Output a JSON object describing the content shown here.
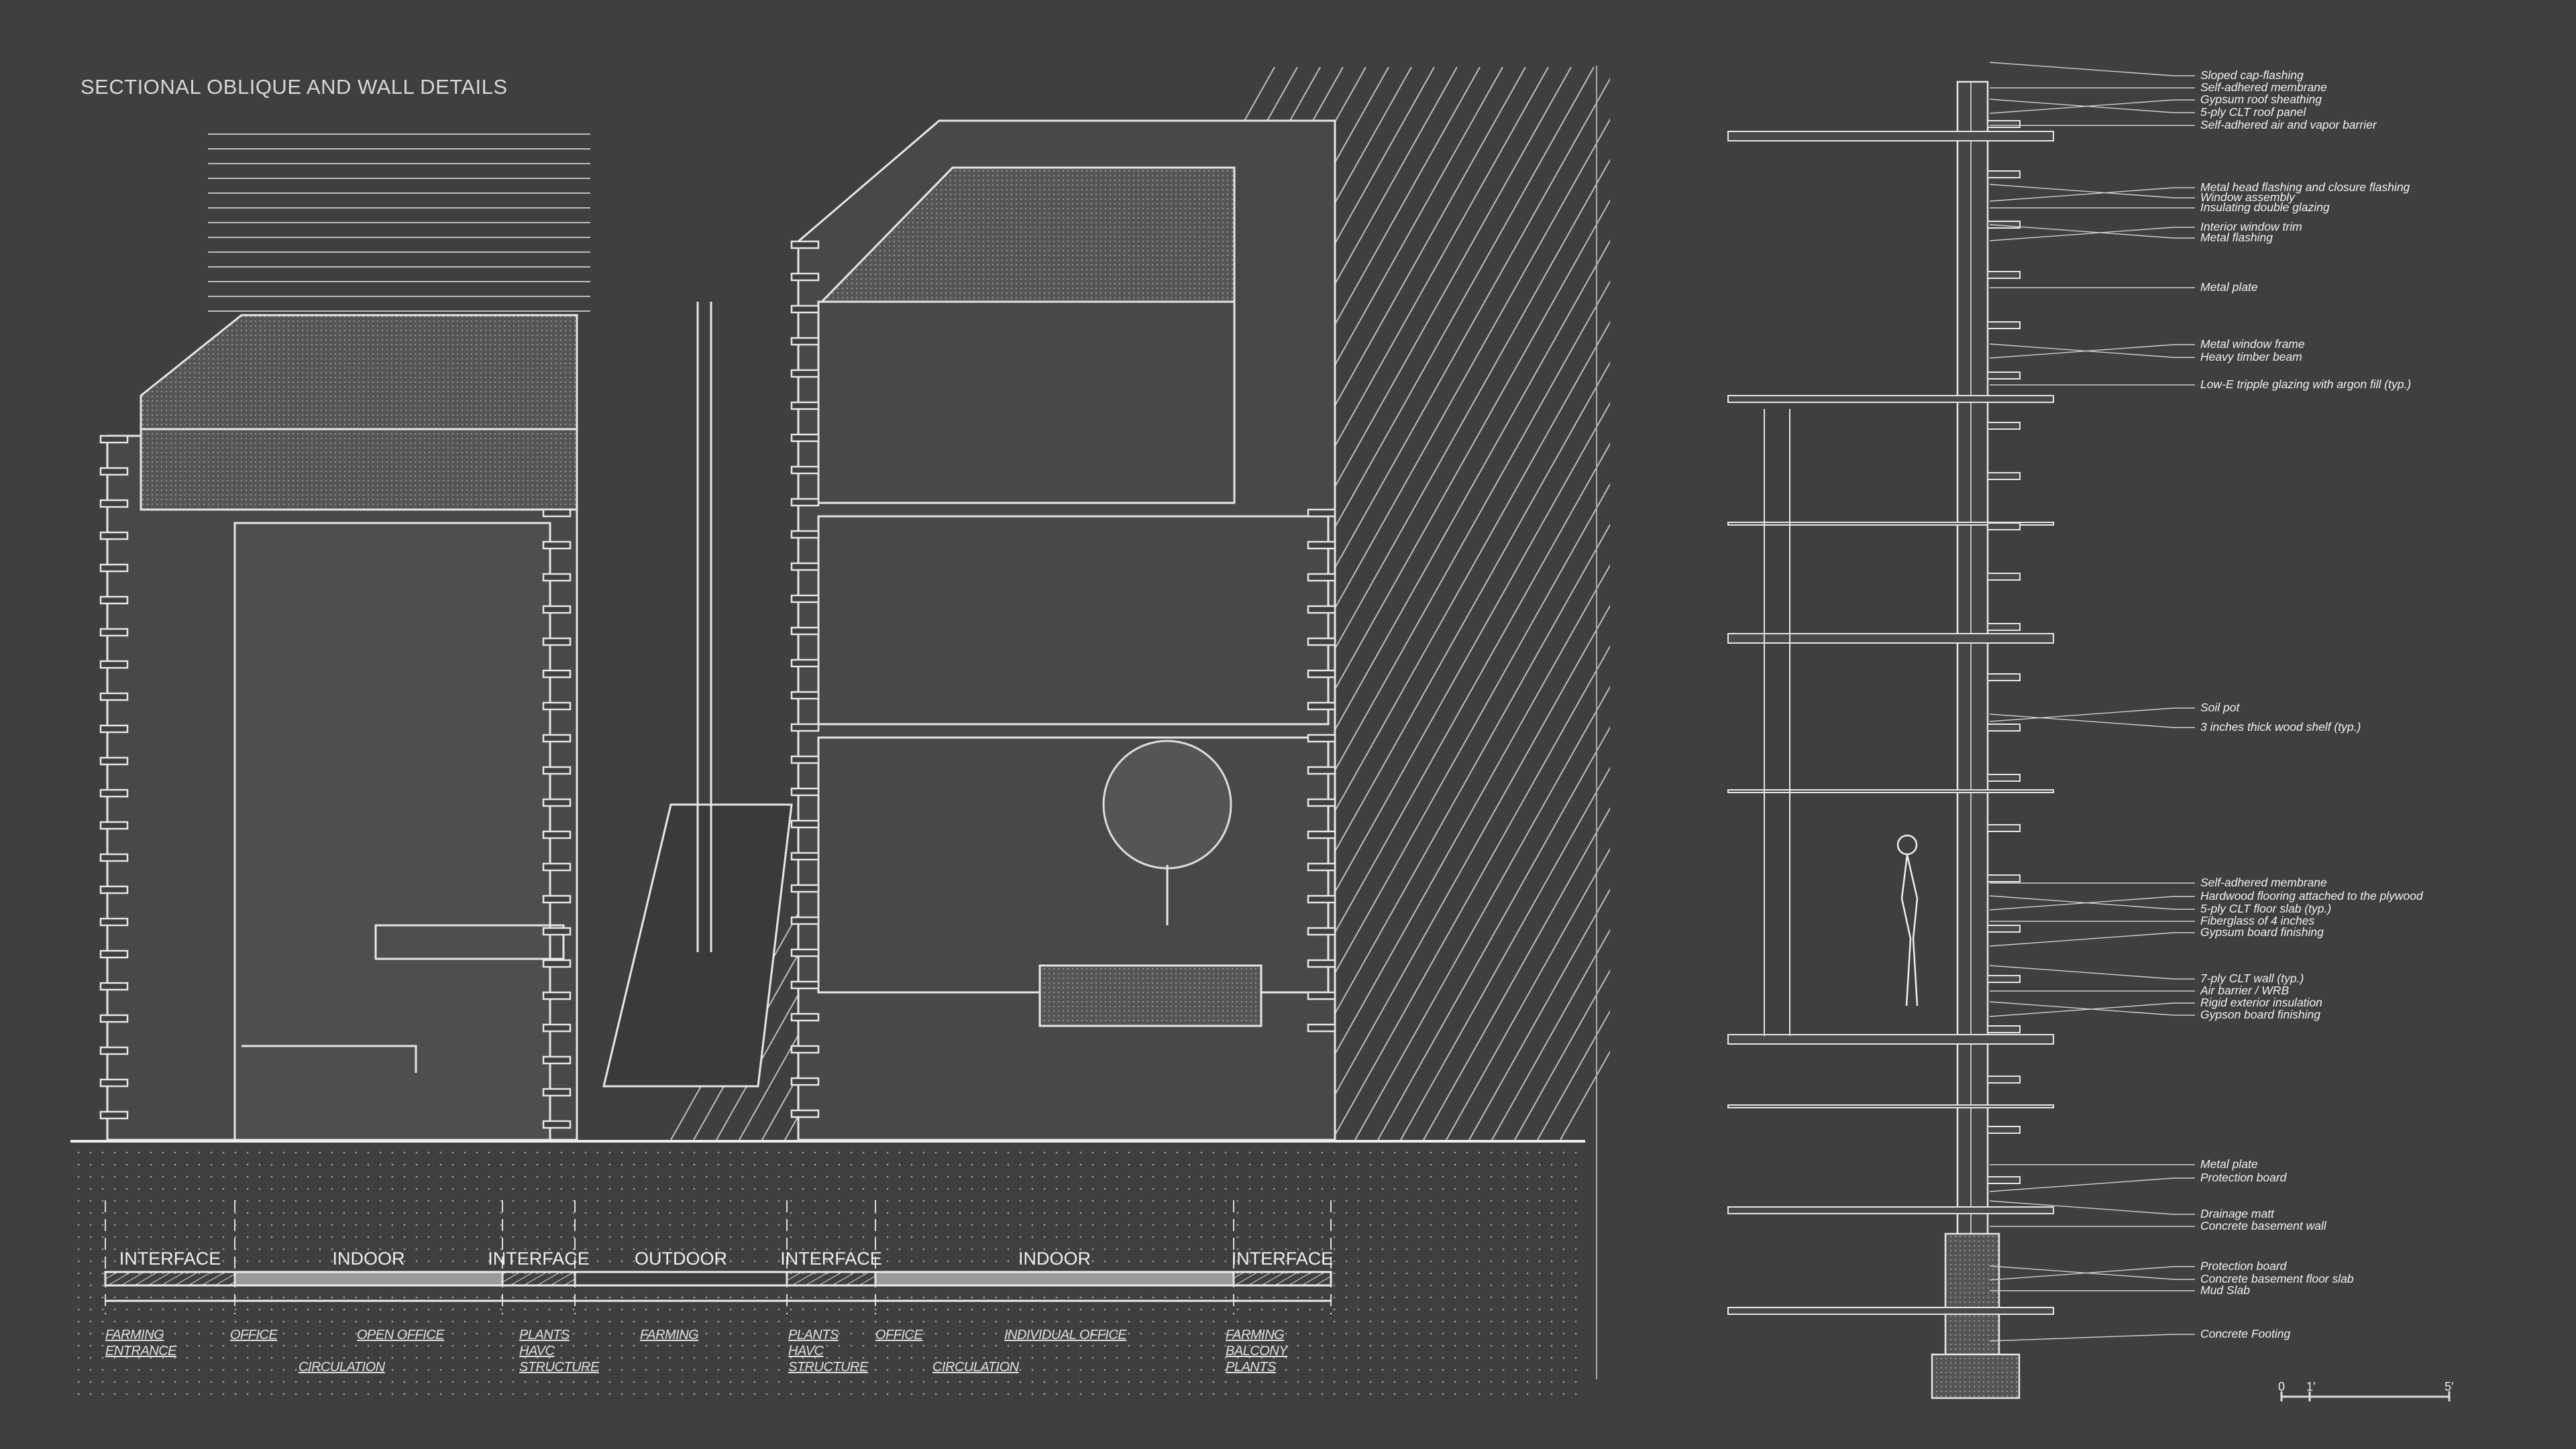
{
  "title": "SECTIONAL OBLIQUE AND WALL DETAILS",
  "zones": [
    {
      "label": "INTERFACE",
      "type": "interface"
    },
    {
      "label": "INDOOR",
      "type": "indoor"
    },
    {
      "label": "INTERFACE",
      "type": "interface"
    },
    {
      "label": "OUTDOOR",
      "type": "outdoor"
    },
    {
      "label": "INTERFACE",
      "type": "interface"
    },
    {
      "label": "INDOOR",
      "type": "indoor"
    },
    {
      "label": "INTERFACE",
      "type": "interface"
    }
  ],
  "programs": [
    "FARMING",
    "ENTRANCE",
    "OFFICE",
    "CIRCULATION",
    "OPEN OFFICE",
    "PLANTS",
    "HAVC",
    "STRUCTURE",
    "FARMING",
    "PLANTS",
    "HAVC",
    "STRUCTURE",
    "OFFICE",
    "CIRCULATION",
    "INDIVIDUAL OFFICE",
    "FARMING",
    "BALCONY",
    "PLANTS"
  ],
  "callouts": [
    "Sloped cap-flashing",
    "Self-adhered membrane",
    "Gypsum roof sheathing",
    "5-ply CLT roof panel",
    "Self-adhered air and vapor barrier",
    "Metal head flashing and closure flashing",
    "Window assembly",
    "Insulating double glazing",
    "Interior window trim",
    "Metal flashing",
    "Metal plate",
    "Metal window frame",
    "Heavy timber beam",
    "Low-E tripple glazing with argon fill (typ.)",
    "Soil pot",
    "3 inches thick wood shelf (typ.)",
    "Self-adhered membrane",
    "Hardwood flooring attached to the plywood",
    "5-ply CLT floor slab (typ.)",
    "Fiberglass of 4 inches",
    "Gypsum board finishing",
    "7-ply CLT wall (typ.)",
    "Air barrier / WRB",
    "Rigid exterior insulation",
    "Gypson board finishing",
    "Metal plate",
    "Protection board",
    "Drainage matt",
    "Concrete basement wall",
    "Protection board",
    "Concrete basement floor slab",
    "Mud Slab",
    "Concrete Footing"
  ],
  "scale_bar": {
    "ticks": [
      "0",
      "1′",
      "5′"
    ]
  },
  "colors": {
    "background": "#3f3f3f",
    "line": "#e6e6e6",
    "indoor_fill": "#9a9a9a"
  }
}
